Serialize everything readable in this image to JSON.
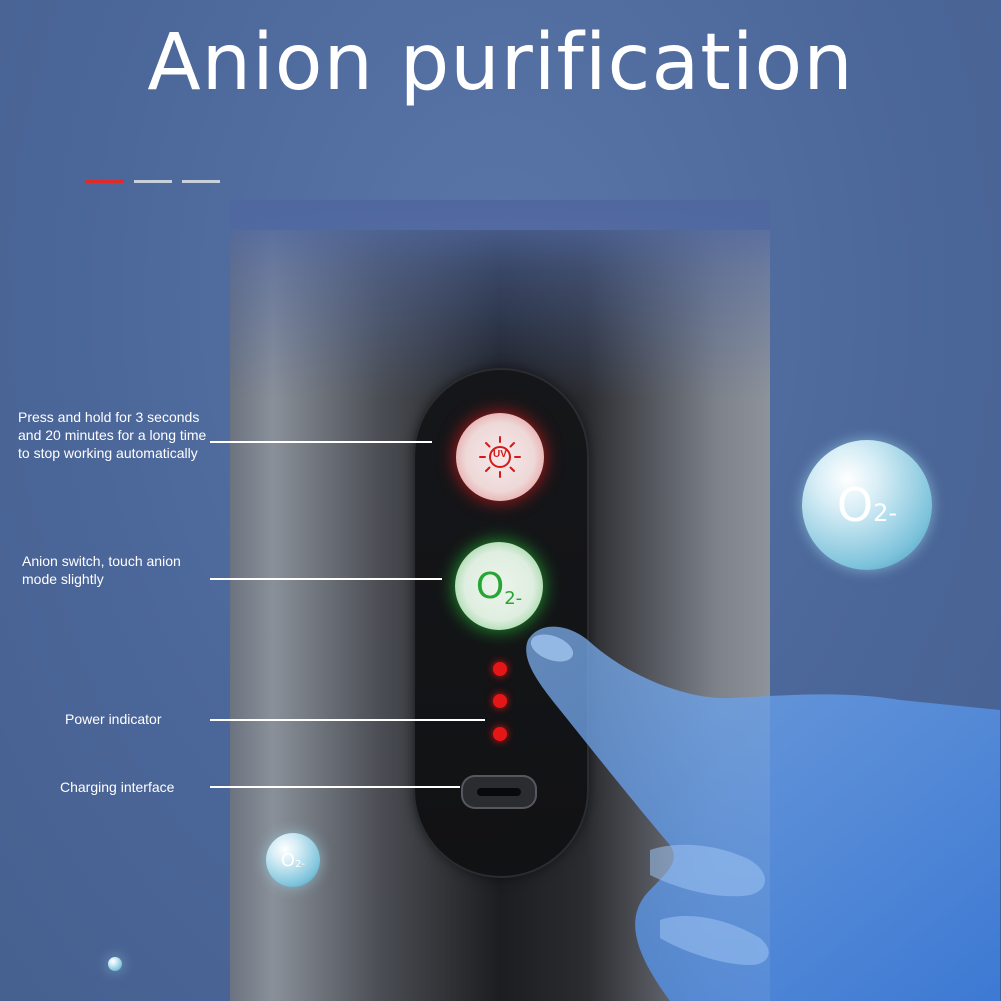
{
  "title": "Anion purification",
  "pager": {
    "count": 3,
    "active_index": 0
  },
  "buttons": {
    "uv": {
      "icon_text": "UV",
      "color": "#e22222"
    },
    "anion": {
      "text": "O",
      "sub": "2-",
      "color": "#2cc23a"
    }
  },
  "power_indicator_leds": 3,
  "labels": {
    "uv_button": "Press and hold for 3 seconds and 20 minutes for a long time to stop working automatically",
    "anion_switch": "Anion switch, touch anion mode slightly",
    "power_indicator": "Power indicator",
    "charging_interface": "Charging interface"
  },
  "bubbles": {
    "large": {
      "text": "O",
      "sub": "2-"
    },
    "small": {
      "text": "O",
      "sub": "2-"
    }
  },
  "colors": {
    "background": "#4e6a9e",
    "accent_red": "#e02a2a",
    "led_red": "#e51616"
  }
}
